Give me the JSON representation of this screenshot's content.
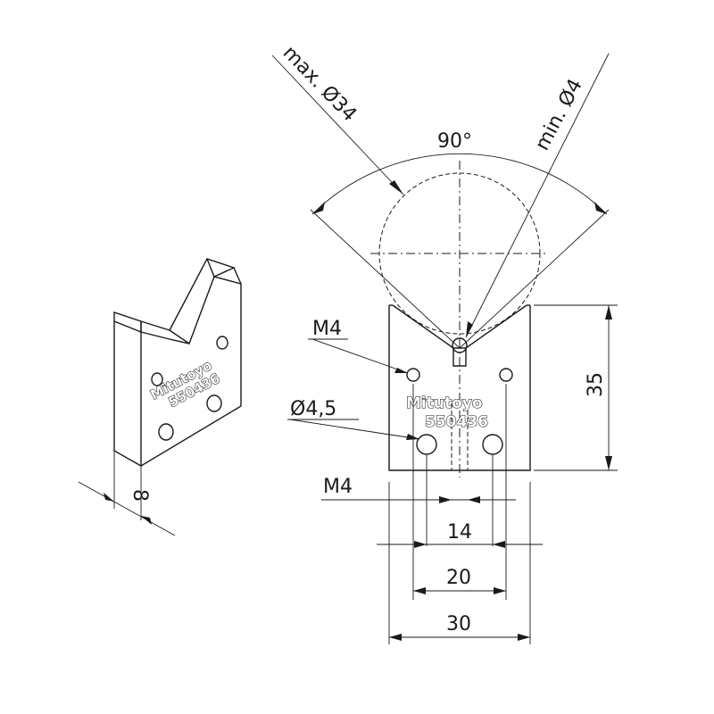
{
  "labels": {
    "max_diameter": "max. Ø34",
    "min_diameter": "min. Ø4",
    "angle": "90°",
    "thread_hole": "M4",
    "through_hole": "Ø4,5",
    "thread_bottom": "M4",
    "height": "35",
    "thickness": "8",
    "spacing_14": "14",
    "spacing_20": "20",
    "width_30": "30"
  },
  "product": {
    "brand": "Mitutoyo",
    "part_number": "550436"
  },
  "colors": {
    "line": "#1a1a1a",
    "background": "#ffffff"
  }
}
